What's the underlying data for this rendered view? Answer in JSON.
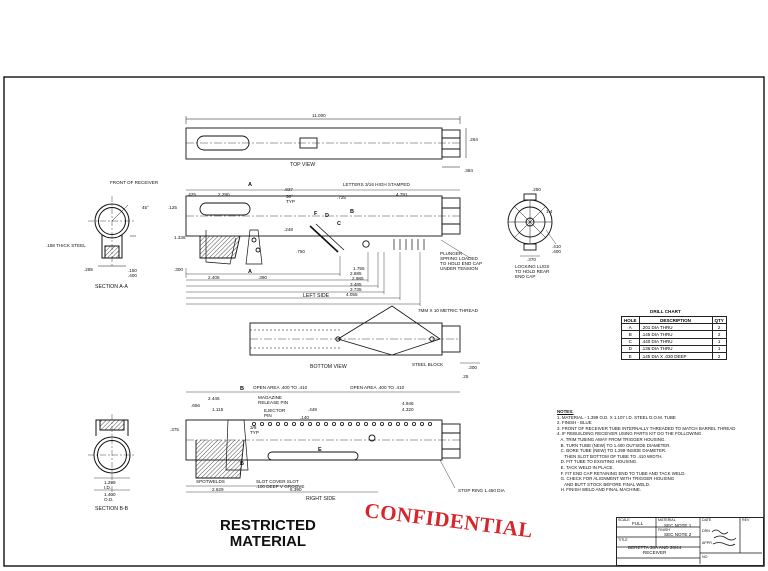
{
  "drawing": {
    "views": {
      "top": "TOP VIEW",
      "left": "LEFT SIDE",
      "bottom": "BOTTOM VIEW",
      "right": "RIGHT SIDE",
      "section_a": "SECTION A-A",
      "section_b": "SECTION B-B"
    },
    "callouts": {
      "front_of_receiver": "FRONT OF RECEIVER",
      "letters_stamped": "LETTERS 3/16 HIGH STAMPED",
      "thick_steel": ".188 THICK STEEL",
      "plunger": "PLUNGER\nSPRING LOADED\nTO HOLD END CAP\nUNDER TENSION",
      "locking_lugs": "LOCKING LUGS\nTO HOLD REAR\nEND CAP",
      "metric_thread": "7MM X 10 METRIC THREAD",
      "steel_block": "STEEL BLOCK",
      "magazine_release": "MAGAZINE\nRELEASE PIN",
      "ejector": "EJECTOR\nPIN",
      "spotwelds": "SPOTWELDS",
      "slot_cover": "SLOT COVER SLOT\n.100 DEEP V GROOVE",
      "stop_ring": "STOP RING 1.450 DIA",
      "open_area_1": "OPEN AREA .400 TO .410",
      "open_area_2": "OPEN AREA .400 TO .410"
    },
    "dims": {
      "top_overall": "11.000",
      "top_right": ".264",
      "top_bot": ".384",
      "ls_1": ".425",
      "ls_2": "2.290",
      "ls_3": ".937",
      "ls_4": "30°\nTYP",
      "ls_5": ".725",
      "ls_6": "4.791",
      "ls_7": ".248",
      "ls_8": ".750",
      "ls_9": "2.405",
      "ls_10": ".300",
      "ls_11": ".390",
      "ls_12": "1.755",
      "ls_13": "2.685",
      "ls_14": "2.985",
      "ls_15": "3.485",
      "ls_16": "3.735",
      "ls_17": "4.055",
      "ls_18": "1.336",
      "ls_19": ".125",
      "sec_a1": ".285",
      "sec_a2": ".150\n.400",
      "sec_a3": "45°",
      "bv_1": ".300",
      "bv_2": ".25",
      "rs_1": "2.446",
      "rs_2": ".656",
      "rs_3": "1.115",
      "rs_4": ".448",
      "rs_5": "4.946",
      "rs_6": "4.320",
      "rs_7": ".140",
      "rs_8": "3/8\nTYP",
      "rs_9": "2.629",
      "rs_10": "6.390",
      "rs_11": ".375",
      "sec_b1": "1.299\nI.D.",
      "sec_b2": "1.400\nO.D.",
      "ec_1": ".250",
      "ec_2": ".410\n.400",
      "ec_3": ".370",
      "ec_4": "1.4"
    },
    "labels": {
      "a": "A",
      "b": "B",
      "c": "C",
      "d": "D",
      "e": "E",
      "f": "F"
    }
  },
  "drill_chart": {
    "title": "DRILL CHART",
    "headers": [
      "HOLE",
      "DESCRIPTION",
      "QTY"
    ],
    "rows": [
      [
        "A",
        ".201 DIA THRU",
        "2"
      ],
      [
        "B",
        ".145 DIA THRU",
        "2"
      ],
      [
        "C",
        ".440 DIA THRU",
        "1"
      ],
      [
        "D",
        ".136 DIA THRU",
        "1"
      ],
      [
        "E",
        ".145 DIA X .030 DEEP",
        "2"
      ]
    ]
  },
  "notes": {
    "title": "NOTES:",
    "lines": [
      "1. MATERIAL - 1.399 O.D. X 1.107 I.D. STEEL D.O.M. TUBE",
      "2. FINISH - BLUE",
      "3. FRONT OF RECEIVER TUBE INTERNALLY THREADED TO MATCH BARREL THREAD",
      "4. IF REBUILDING RECEIVER USING PARTS KIT DO THE FOLLOWING",
      "   A. TRIM TUBING AWAY FROM TRIGGER HOUSING.",
      "   B. TURN TUBE (NEW) TO 1.400 OUTSIDE DIAMETER.",
      "   C. BORE TUBE (NEW) TO 1.299 INSIDE DIAMETER.",
      "      THEN SLOT BOTTOM OF TUBE TO .410 WIDTH.",
      "   D. FIT TUBE TO EXISTING HOUSING.",
      "   E. TACK WELD IN PLACE.",
      "   F. FIT END CAP RETAINING END TO TUBE AND TACK WELD.",
      "   G. CHECK FOR ALIGNMENT WITH TRIGGER HOUSING",
      "      AND BUTT STOCK BEFORE FINAL WELD.",
      "   H. FINISH WELD AND FINAL MACHINE."
    ]
  },
  "title_block": {
    "scale_label": "SCALE",
    "scale": "FULL",
    "material_label": "MATERIAL",
    "material": "SEC NOTE 1",
    "finish_label": "FINISH",
    "finish": "SEC NOTE 2",
    "title_label": "TITLE",
    "title": "BERETTA 38A AND 38/44\nRECEIVER",
    "date_label": "DATE",
    "drawn_label": "DRN",
    "appr_label": "APPR",
    "rev_label": "REV",
    "no_label": "NO"
  },
  "stamps": {
    "restricted": "RESTRICTED\nMATERIAL",
    "confidential": "CONFIDENTIAL"
  }
}
